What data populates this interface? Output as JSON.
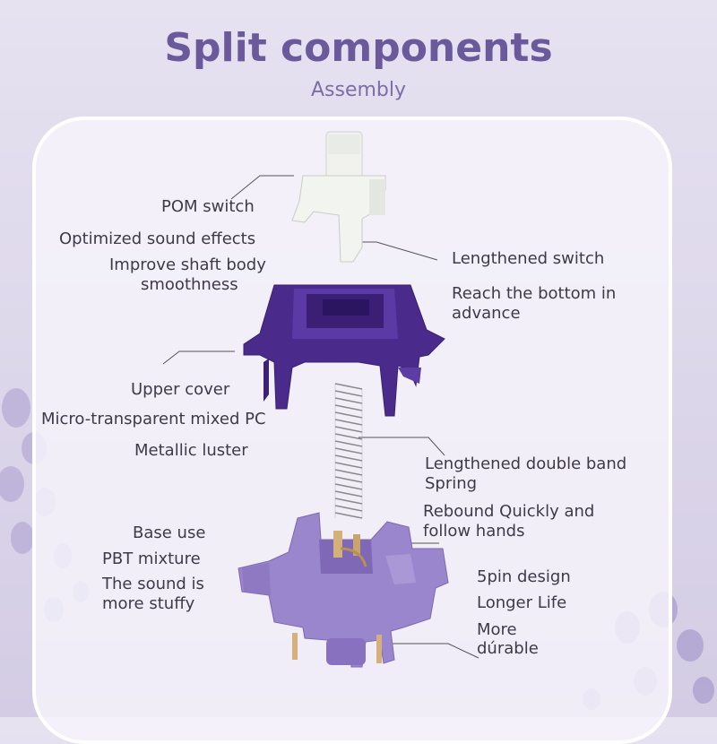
{
  "header": {
    "title": "Split components",
    "subtitle": "Assembly"
  },
  "labels": {
    "pom_switch": "POM switch",
    "optimized_sound": "Optimized sound effects",
    "improve_shaft_1": "Improve shaft body",
    "improve_shaft_2": "smoothness",
    "lengthened_switch": "Lengthened switch",
    "reach_bottom_1": "Reach the bottom in",
    "reach_bottom_2": "advance",
    "upper_cover": "Upper cover",
    "micro_transparent": "Micro-transparent mixed PC",
    "metallic_luster": "Metallic luster",
    "spring_1": "Lengthened double band",
    "spring_2": "Spring",
    "rebound_1": "Rebound Quickly and",
    "rebound_2": "follow hands",
    "base_use": "Base use",
    "pbt_mixture": "PBT mixture",
    "sound_stuffy_1": "The sound is",
    "sound_stuffy_2": "more stuffy",
    "five_pin": "5pin design",
    "longer_life": "Longer Life",
    "more_durable_1": "More",
    "more_durable_2": "dúrable"
  },
  "colors": {
    "title": "#6a5a9c",
    "upper_housing": "#4a2b8c",
    "bottom_housing": "#9a86cc",
    "stem": "#f2f4ef",
    "spring": "#8c8c8c"
  }
}
